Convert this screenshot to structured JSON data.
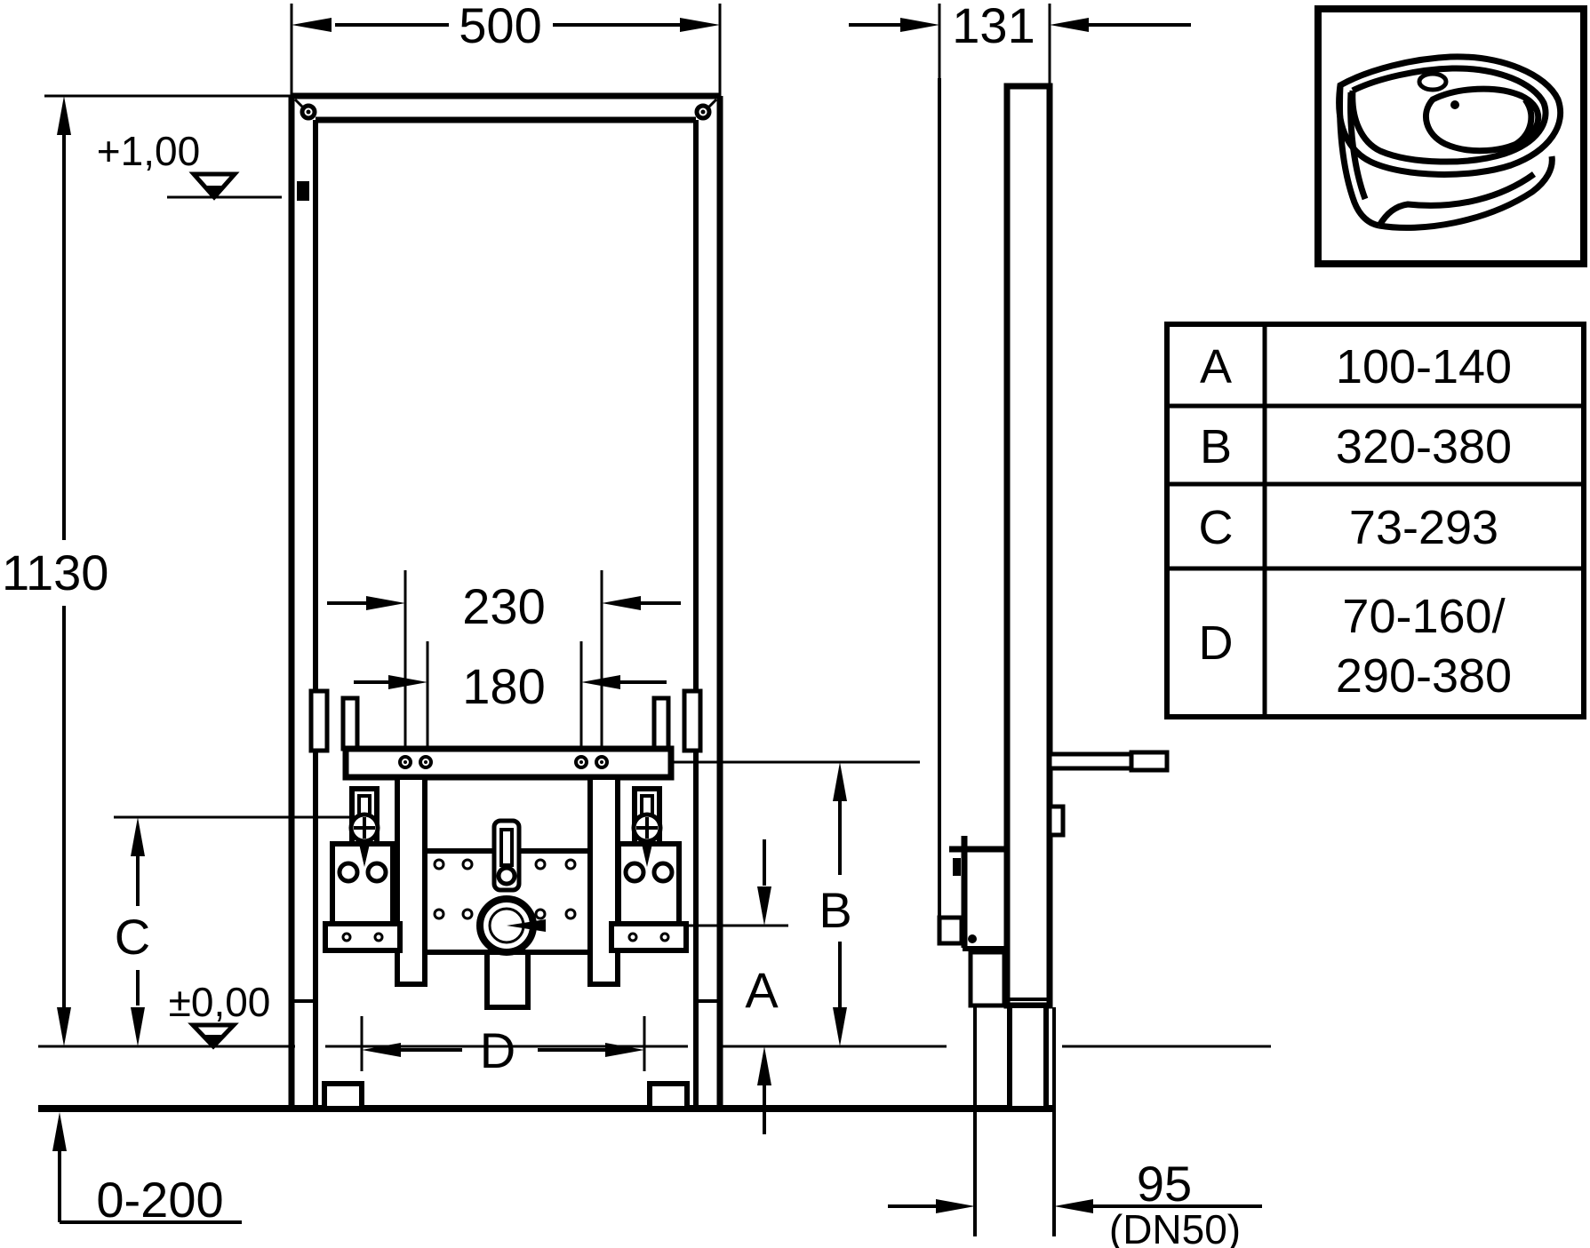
{
  "front_view": {
    "width": "500",
    "height": "1130",
    "upper_level": "+1,00",
    "zero_level": "±0,00",
    "stud_spacing_outer": "230",
    "stud_spacing_inner": "180",
    "foot_adjust_range": "0-200",
    "drain_offset_label": "D",
    "drain_height_label": "A",
    "fixing_height_label": "B",
    "bracket_height_label": "C"
  },
  "side_view": {
    "depth": "131",
    "outlet_offset": "95",
    "outlet_size": "(DN50)"
  },
  "spec_table": {
    "rows": [
      {
        "key": "A",
        "value": "100-140"
      },
      {
        "key": "B",
        "value": "320-380"
      },
      {
        "key": "C",
        "value": "73-293"
      },
      {
        "key": "D",
        "value": "70-160/",
        "value_line2": "290-380"
      }
    ]
  },
  "colors": {
    "line": "#000000",
    "background": "#ffffff"
  }
}
